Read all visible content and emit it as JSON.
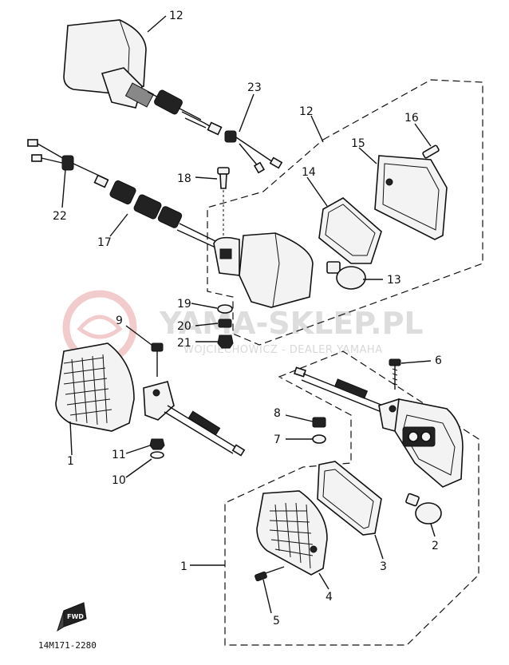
{
  "callouts": {
    "c12a": "12",
    "c23": "23",
    "c12b": "12",
    "c16": "16",
    "c15": "15",
    "c14": "14",
    "c18": "18",
    "c22": "22",
    "c17": "17",
    "c13": "13",
    "c19": "19",
    "c20": "20",
    "c21": "21",
    "c9": "9",
    "c6": "6",
    "c8": "8",
    "c7": "7",
    "c11": "11",
    "c10": "10",
    "c1a": "1",
    "c2": "2",
    "c3": "3",
    "c1b": "1",
    "c4": "4",
    "c5": "5"
  },
  "drawing_code": "14M171-2280",
  "fwd_label": "FWD",
  "watermark": {
    "brand": "YAMA-SKLEP.PL",
    "dealer": "WOJCIECHOWICZ - DEALER YAMAHA"
  }
}
